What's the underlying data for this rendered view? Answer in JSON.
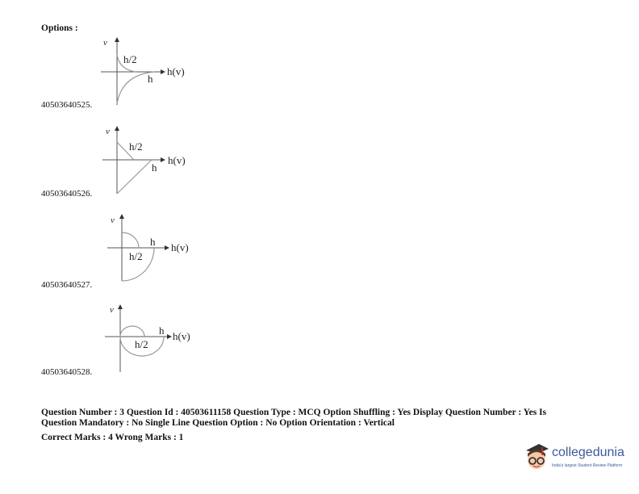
{
  "heading": "Options :",
  "options": [
    {
      "id": "40503640525.",
      "v": "v",
      "half": "h/2",
      "h": "h",
      "axis": "h(v)"
    },
    {
      "id": "40503640526.",
      "v": "v",
      "half": "h/2",
      "h": "h",
      "axis": "h(v)"
    },
    {
      "id": "40503640527.",
      "v": "v",
      "half": "h/2",
      "h": "h",
      "axis": "h(v)"
    },
    {
      "id": "40503640528.",
      "v": "v",
      "half": "h/2",
      "h": "h",
      "axis": "h(v)"
    }
  ],
  "meta": {
    "line1": "Question Number : 3 Question Id : 40503611158 Question Type : MCQ Option Shuffling : Yes Display Question Number : Yes Is",
    "line2": "Question Mandatory : No Single Line Question Option : No Option Orientation : Vertical",
    "line3": "Correct Marks : 4 Wrong Marks : 1"
  },
  "logo": {
    "name": "collegedunia",
    "tagline": "India's largest Student Review Platform"
  }
}
